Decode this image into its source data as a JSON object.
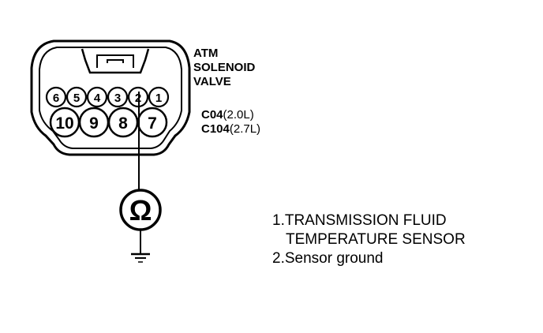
{
  "connector": {
    "title_lines": [
      "ATM",
      "SOLENOID",
      "VALVE"
    ],
    "codes": [
      {
        "code": "C04",
        "spec": "(2.0L)"
      },
      {
        "code": "C104",
        "spec": "(2.7L)"
      }
    ],
    "top_pins": [
      "6",
      "5",
      "4",
      "3",
      "2",
      "1"
    ],
    "bottom_pins": [
      "10",
      "9",
      "8",
      "7"
    ]
  },
  "meter": {
    "symbol": "Ω"
  },
  "legend": {
    "lines": [
      "1.TRANSMISSION FLUID",
      "TEMPERATURE SENSOR",
      "2.Sensor ground"
    ]
  }
}
